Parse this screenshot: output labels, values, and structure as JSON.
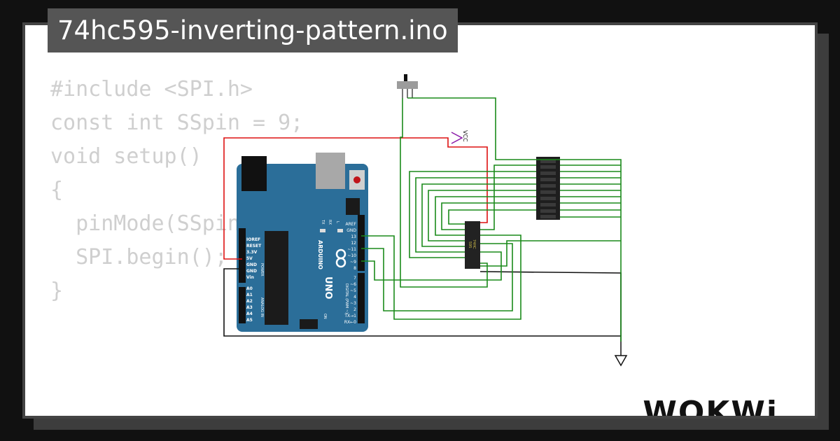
{
  "project_title": "74hc595-inverting-pattern.ino",
  "code_lines": [
    "#include <SPI.h>",
    "const int SSpin = 9;",
    "",
    "void setup()",
    "{",
    "  pinMode(SSpin, OUTPUT);",
    "  SPI.begin();",
    "",
    "}"
  ],
  "brand": "WOKWi",
  "circuit": {
    "arduino_brand": "ARDUINO",
    "arduino_model": "UNO",
    "on_label": "ON",
    "tx_label": "TX",
    "rx_label": "RX",
    "l_label": "L",
    "power_pins": [
      "IOREF",
      "RESET",
      "3.3V",
      "5V",
      "GND",
      "GND",
      "Vin"
    ],
    "power_header_label": "POWER",
    "analog_pins": [
      "A0",
      "A1",
      "A2",
      "A3",
      "A4",
      "A5"
    ],
    "analog_header_label": "ANALOG IN",
    "digital_top_pins": [
      "AREF",
      "GND",
      "13",
      "12",
      "~11",
      "~10",
      "~9",
      "8"
    ],
    "digital_bottom_pins": [
      "7",
      "~6",
      "~5",
      "4",
      "~3",
      "2",
      "TX→1",
      "RX←0"
    ],
    "digital_header_label": "DIGITAL (PWM ~)",
    "vcc_label": "VCC",
    "chip_label_1": "74HC",
    "chip_label_2": "595",
    "colors": {
      "board": "#2b6e99",
      "wire_green": "#1a8a1a",
      "wire_red": "#dd1111",
      "wire_black": "#111111",
      "chip": "#222222",
      "vcc": "#8a1aa8"
    }
  }
}
